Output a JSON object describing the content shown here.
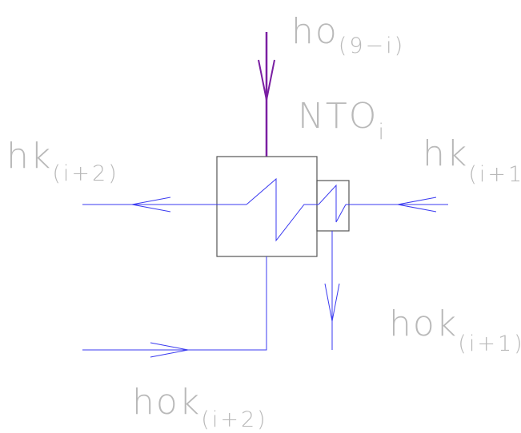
{
  "labels": {
    "top_main": "ho",
    "top_sub": "(9−i)",
    "heater_main": "NTO",
    "heater_sub": "i",
    "left_main": "hk",
    "left_sub": "(i+2)",
    "right_main": "hk",
    "right_sub": "(i+1)",
    "mid_main": "hok",
    "mid_sub": "(i+1)",
    "bottom_main": "hok",
    "bottom_sub": "(i+2)"
  },
  "colors": {
    "steam": "#7a1fa2",
    "water": "#3a3af0",
    "equipment": "#555555",
    "text": "#b9b9b9"
  }
}
